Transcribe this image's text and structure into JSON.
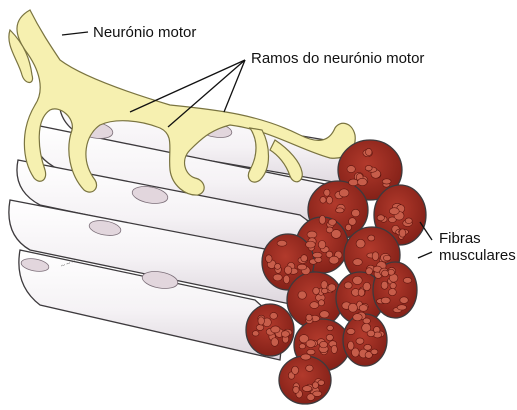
{
  "labels": {
    "motor_neuron": "Neurónio motor",
    "neuron_branches": "Ramos do neurónio motor",
    "muscle_fibers_line1": "Fibras",
    "muscle_fibers_line2": "musculares"
  },
  "colors": {
    "neuron": "#f6f0b0",
    "neuron_outline": "#7a7440",
    "fiber_body": "#f7f5f7",
    "fiber_shadow": "#e4dde4",
    "fiber_outline": "#3d3a3d",
    "fiber_cross_section": "#9b2a20",
    "myofibril": "#c75d4a",
    "nucleus": "#e2d6dd"
  }
}
